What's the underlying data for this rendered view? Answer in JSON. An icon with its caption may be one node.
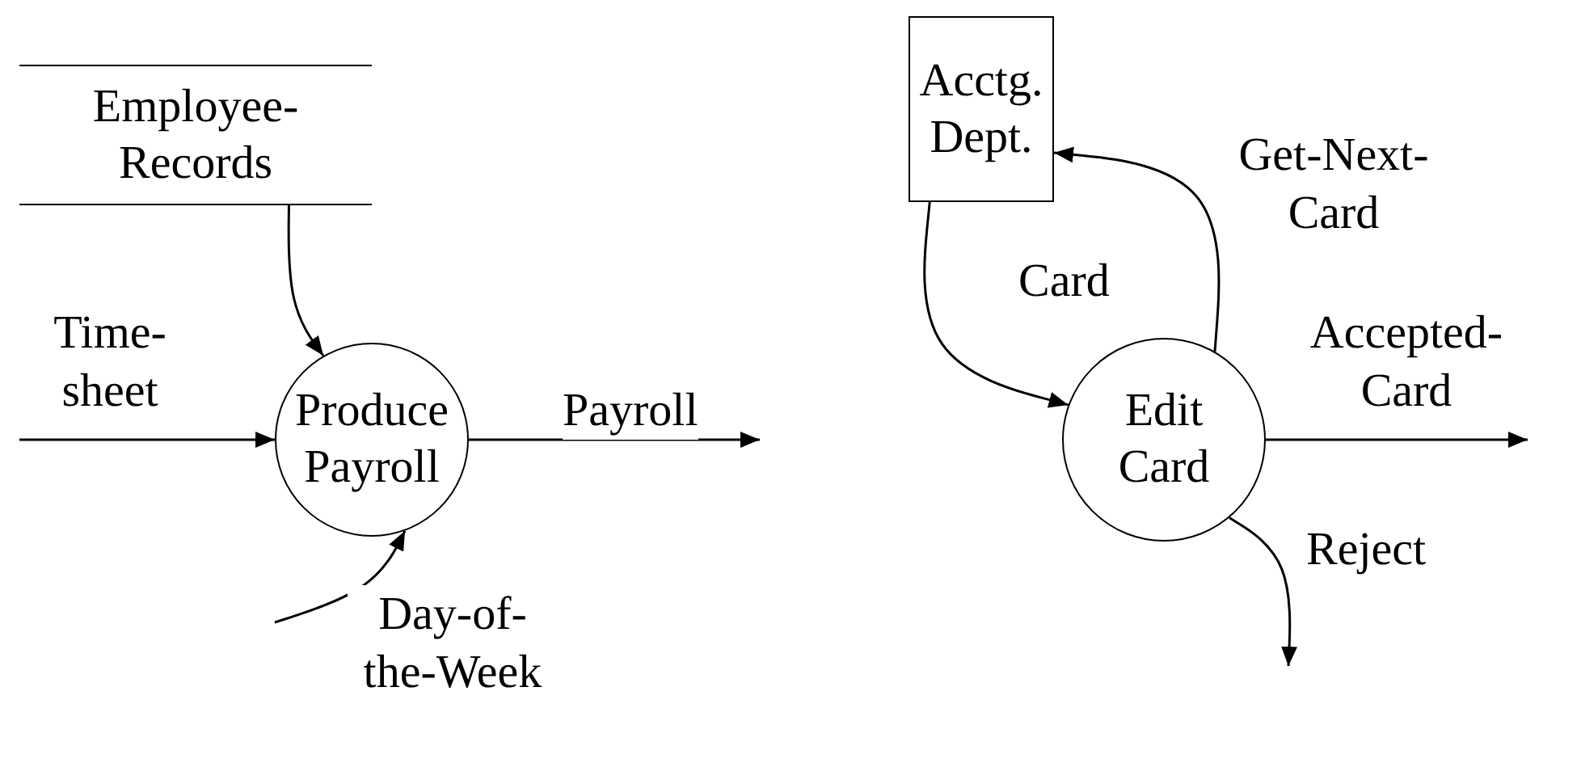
{
  "diagram": {
    "nodes": [
      {
        "text": [
          "Employee- Records"
        ]
      },
      {
        "text": [
          "Produce Payroll"
        ]
      },
      {
        "text": [
          "Acctg. Dept."
        ]
      },
      {
        "text": [
          "Edit Card"
        ]
      }
    ],
    "edges": [
      {
        "from": 0,
        "to": 1,
        "arrow": "to"
      },
      {
        "from": null,
        "to": 1,
        "label": "Time- sheet",
        "arrow": "to"
      },
      {
        "from": 1,
        "to": null,
        "label": "Payroll",
        "arrow": "to"
      },
      {
        "from": null,
        "to": 1,
        "label": "Day-of- the-Week",
        "arrow": "to"
      },
      {
        "from": 2,
        "to": 3,
        "label": "Card",
        "arrow": "to"
      },
      {
        "from": 3,
        "to": 2,
        "label": "Get-Next- Card",
        "arrow": "to"
      },
      {
        "from": 3,
        "to": null,
        "label": "Accepted- Card",
        "arrow": "to"
      },
      {
        "from": 3,
        "to": null,
        "label": "Reject",
        "arrow": "to"
      }
    ]
  }
}
